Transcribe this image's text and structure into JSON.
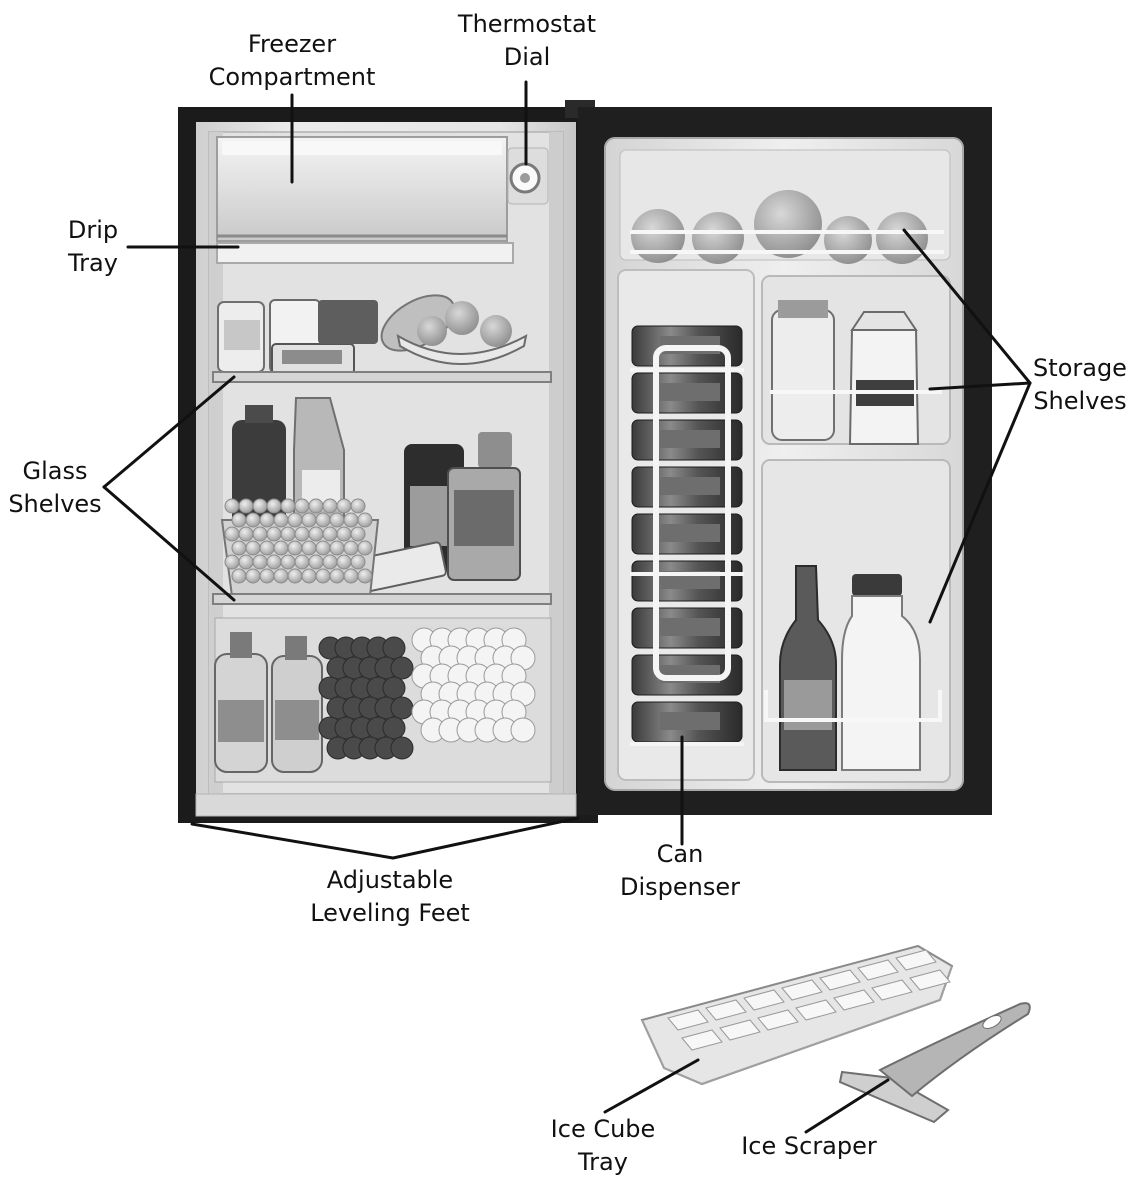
{
  "labels": {
    "freezer": [
      "Freezer",
      "Compartment"
    ],
    "thermostat": [
      "Thermostat",
      "Dial"
    ],
    "drip_tray": [
      "Drip",
      "Tray"
    ],
    "glass_shelves": [
      "Glass",
      "Shelves"
    ],
    "storage_shelves": [
      "Storage",
      "Shelves"
    ],
    "leveling_feet": [
      "Adjustable",
      "Leveling Feet"
    ],
    "can_dispenser": [
      "Can",
      "Dispenser"
    ],
    "ice_cube_tray": [
      "Ice Cube",
      "Tray"
    ],
    "ice_scraper": [
      "Ice Scraper"
    ]
  },
  "colors": {
    "cabinet": "#1e1e1e",
    "liner": "#e9e9e9",
    "liner_shadow": "#bdbdbd",
    "leader_line": "#111111",
    "label_text": "#111111"
  }
}
